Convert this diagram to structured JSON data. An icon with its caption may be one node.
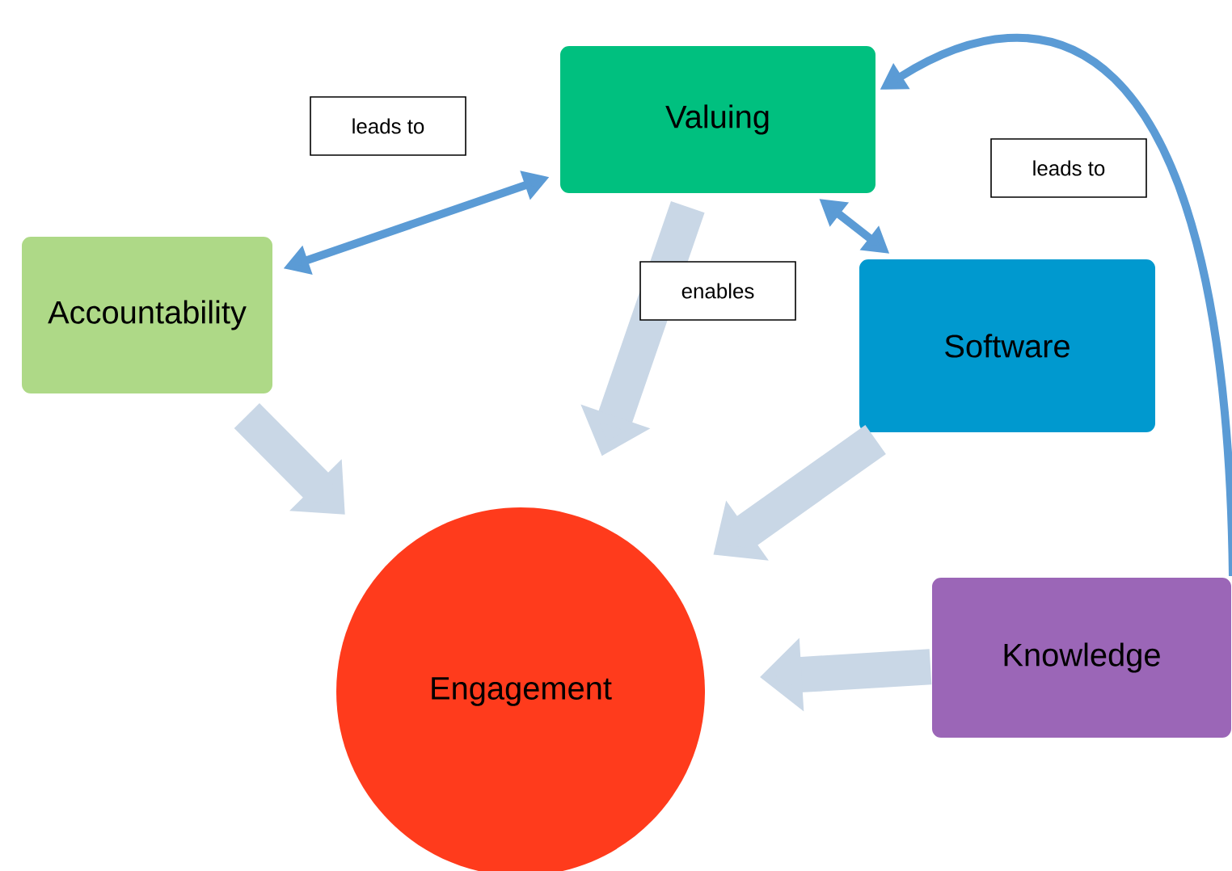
{
  "diagram": {
    "nodes": [
      {
        "text": [
          "Valuing"
        ]
      },
      {
        "text": [
          "Accountability"
        ]
      },
      {
        "text": [
          "Software"
        ]
      },
      {
        "text": [
          "Engagement"
        ]
      },
      {
        "text": [
          "Knowledge"
        ]
      }
    ],
    "edges": [
      {
        "from": 1,
        "to": 0,
        "arrow": "both",
        "label": "leads to",
        "color": "#5b9bd5"
      },
      {
        "from": 0,
        "to": 2,
        "arrow": "both",
        "color": "#5b9bd5"
      },
      {
        "from": 4,
        "to": 0,
        "arrow": "to",
        "label": "leads to",
        "color": "#5b9bd5"
      },
      {
        "from": 1,
        "to": 3,
        "arrow": "to"
      },
      {
        "from": 0,
        "to": 3,
        "arrow": "to",
        "label": "enables"
      },
      {
        "from": 2,
        "to": 3,
        "arrow": "to"
      },
      {
        "from": 4,
        "to": 3,
        "arrow": "to"
      }
    ]
  }
}
